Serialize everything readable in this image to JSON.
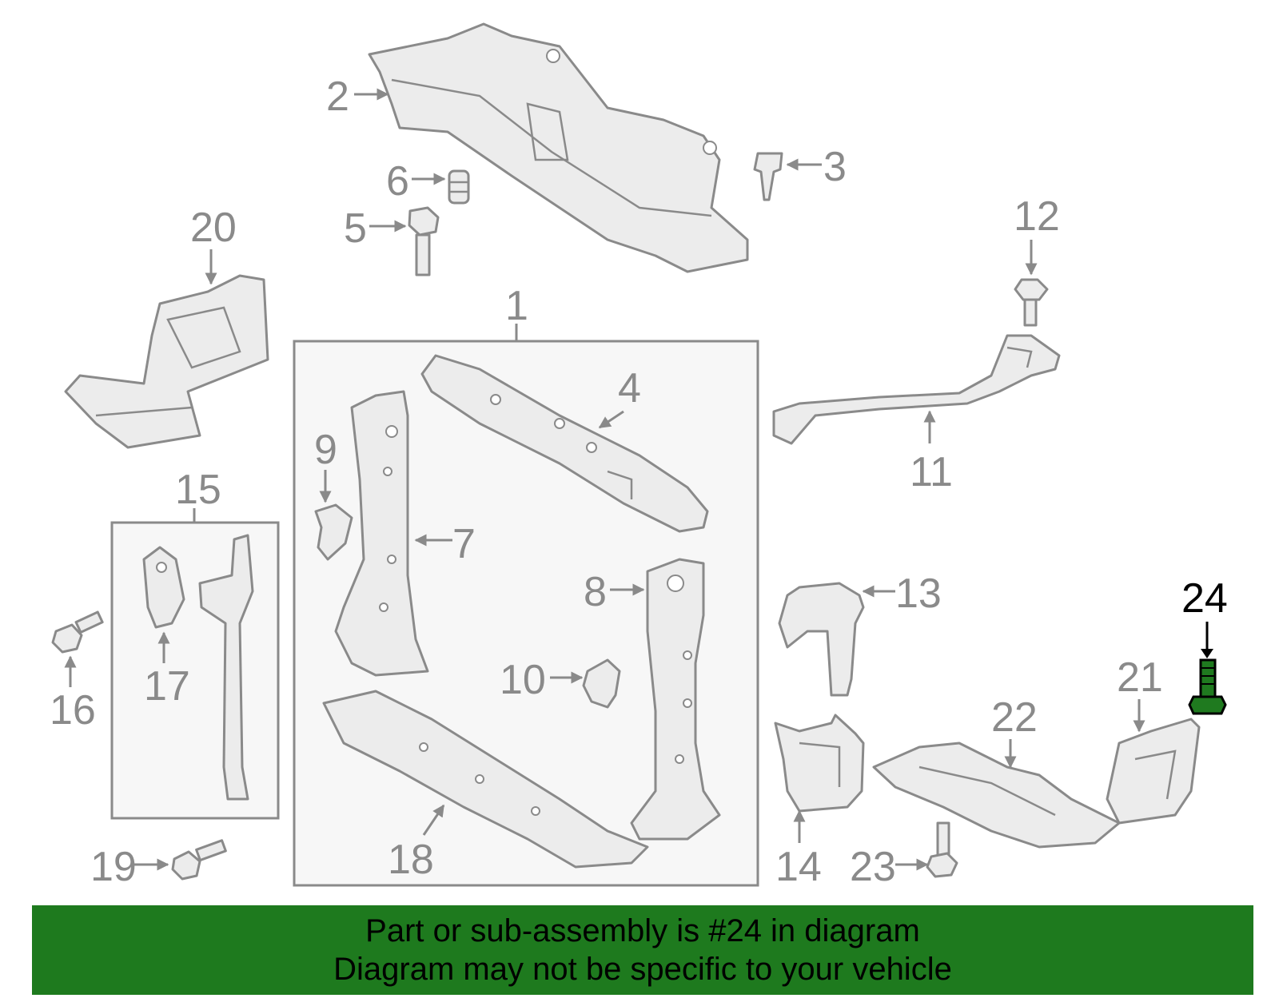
{
  "callouts": {
    "c1": "1",
    "c2": "2",
    "c3": "3",
    "c4": "4",
    "c5": "5",
    "c6": "6",
    "c7": "7",
    "c8": "8",
    "c9": "9",
    "c10": "10",
    "c11": "11",
    "c12": "12",
    "c13": "13",
    "c14": "14",
    "c15": "15",
    "c16": "16",
    "c17": "17",
    "c18": "18",
    "c19": "19",
    "c20": "20",
    "c21": "21",
    "c22": "22",
    "c23": "23",
    "c24": "24"
  },
  "highlighted_part": "24",
  "colors": {
    "banner_bg": "#1e7a1e",
    "highlight_part": "#1f7a1f",
    "line_art": "#8a8a8a"
  },
  "banner": {
    "line1": "Part or sub-assembly is #24 in diagram",
    "line2": "Diagram may not be specific to your vehicle"
  }
}
